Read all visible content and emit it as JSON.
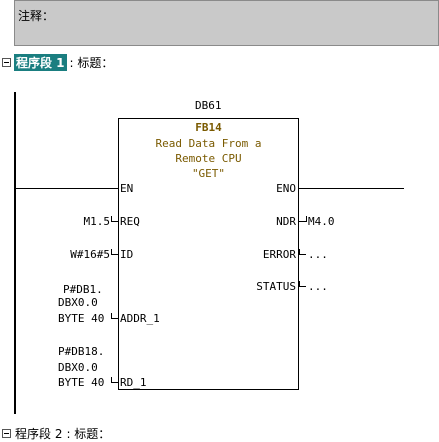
{
  "comment": {
    "label": "注释："
  },
  "network": {
    "name": "程序段 1",
    "title_label": ": 标题："
  },
  "block": {
    "instance_db": "DB61",
    "fb_number": "FB14",
    "description_line1": "Read Data From a",
    "description_line2": "Remote CPU",
    "type_name": "\"GET\"",
    "input_pins": [
      "EN",
      "REQ",
      "ID",
      "ADDR_1",
      "RD_1"
    ],
    "output_pins": [
      "ENO",
      "NDR",
      "ERROR",
      "STATUS"
    ]
  },
  "operands": {
    "req": "M1.5",
    "id": "W#16#5",
    "addr_1": [
      "P#DB1.",
      "DBX0.0",
      "BYTE 40"
    ],
    "rd_1": [
      "P#DB18.",
      "DBX0.0",
      "BYTE 40"
    ],
    "ndr": "M4.0",
    "error": "...",
    "status": "..."
  },
  "next_network": {
    "name": "程序段 2",
    "title_label": ": 标题："
  }
}
